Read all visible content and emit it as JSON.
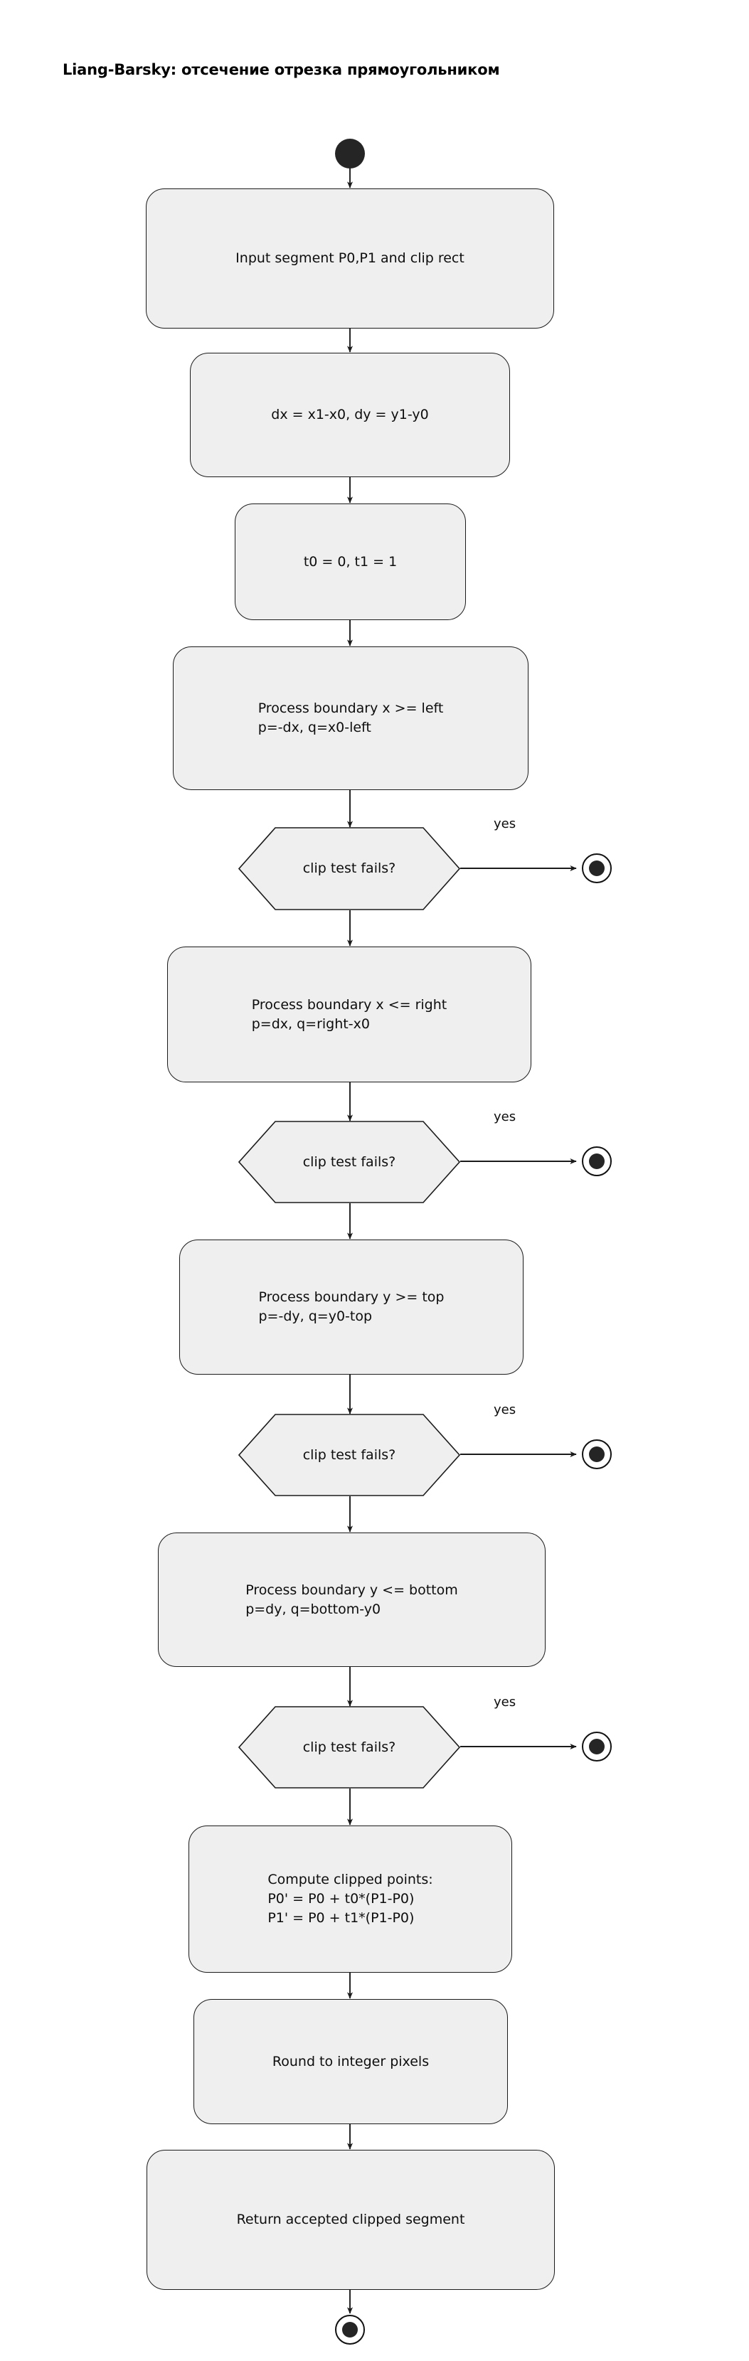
{
  "diagram": {
    "title": "Liang-Barsky: отсечение отрезка прямоугольником",
    "type": "uml-activity-flowchart",
    "colors": {
      "node_fill": "#efefef",
      "node_stroke": "#1b1b1b",
      "text": "#0d0d0d",
      "background": "#ffffff",
      "terminal_fill": "#252525"
    },
    "nodes": [
      {
        "id": "start",
        "kind": "start",
        "label": ""
      },
      {
        "id": "n1",
        "kind": "activity",
        "label": "Input segment P0,P1 and clip rect"
      },
      {
        "id": "n2",
        "kind": "activity",
        "label": "dx = x1-x0, dy = y1-y0"
      },
      {
        "id": "n3",
        "kind": "activity",
        "label": "t0 = 0, t1 = 1"
      },
      {
        "id": "n4",
        "kind": "activity",
        "label": "Process boundary x >= left\np=-dx, q=x0-left"
      },
      {
        "id": "d1",
        "kind": "decision",
        "label": "clip test fails?"
      },
      {
        "id": "e1",
        "kind": "end",
        "label": ""
      },
      {
        "id": "n5",
        "kind": "activity",
        "label": "Process boundary x <= right\np=dx, q=right-x0"
      },
      {
        "id": "d2",
        "kind": "decision",
        "label": "clip test fails?"
      },
      {
        "id": "e2",
        "kind": "end",
        "label": ""
      },
      {
        "id": "n6",
        "kind": "activity",
        "label": "Process boundary y >= top\np=-dy, q=y0-top"
      },
      {
        "id": "d3",
        "kind": "decision",
        "label": "clip test fails?"
      },
      {
        "id": "e3",
        "kind": "end",
        "label": ""
      },
      {
        "id": "n7",
        "kind": "activity",
        "label": "Process boundary y <= bottom\np=dy, q=bottom-y0"
      },
      {
        "id": "d4",
        "kind": "decision",
        "label": "clip test fails?"
      },
      {
        "id": "e4",
        "kind": "end",
        "label": ""
      },
      {
        "id": "n8",
        "kind": "activity",
        "label": "Compute clipped points:\nP0' = P0 + t0*(P1-P0)\nP1' = P0 + t1*(P1-P0)"
      },
      {
        "id": "n9",
        "kind": "activity",
        "label": "Round to integer pixels"
      },
      {
        "id": "n10",
        "kind": "activity",
        "label": "Return accepted clipped segment"
      },
      {
        "id": "endfinal",
        "kind": "end",
        "label": ""
      }
    ],
    "edge_labels": {
      "yes_1": "yes",
      "yes_2": "yes",
      "yes_3": "yes",
      "yes_4": "yes"
    }
  }
}
